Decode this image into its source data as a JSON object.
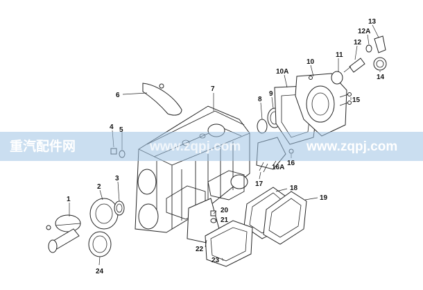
{
  "watermark": {
    "left_text": "重汽配件网",
    "center_text": "www.zqpj.com",
    "right_text": "www.zqpj.com",
    "band_color": "#9fc3e3"
  },
  "callouts": [
    {
      "id": "c1",
      "label": "1"
    },
    {
      "id": "c2",
      "label": "2"
    },
    {
      "id": "c3",
      "label": "3"
    },
    {
      "id": "c4",
      "label": "4"
    },
    {
      "id": "c5",
      "label": "5"
    },
    {
      "id": "c6",
      "label": "6"
    },
    {
      "id": "c7",
      "label": "7"
    },
    {
      "id": "c8",
      "label": "8"
    },
    {
      "id": "c9",
      "label": "9"
    },
    {
      "id": "c10",
      "label": "10"
    },
    {
      "id": "c10A",
      "label": "10A"
    },
    {
      "id": "c11",
      "label": "11"
    },
    {
      "id": "c12",
      "label": "12"
    },
    {
      "id": "c12A",
      "label": "12A"
    },
    {
      "id": "c13",
      "label": "13"
    },
    {
      "id": "c14",
      "label": "14"
    },
    {
      "id": "c15",
      "label": "15"
    },
    {
      "id": "c16",
      "label": "16"
    },
    {
      "id": "c16A",
      "label": "16A"
    },
    {
      "id": "c17",
      "label": "17"
    },
    {
      "id": "c18",
      "label": "18"
    },
    {
      "id": "c19",
      "label": "19"
    },
    {
      "id": "c20",
      "label": "20"
    },
    {
      "id": "c21",
      "label": "21"
    },
    {
      "id": "c22",
      "label": "22"
    },
    {
      "id": "c23",
      "label": "23"
    },
    {
      "id": "c24",
      "label": "24"
    }
  ]
}
